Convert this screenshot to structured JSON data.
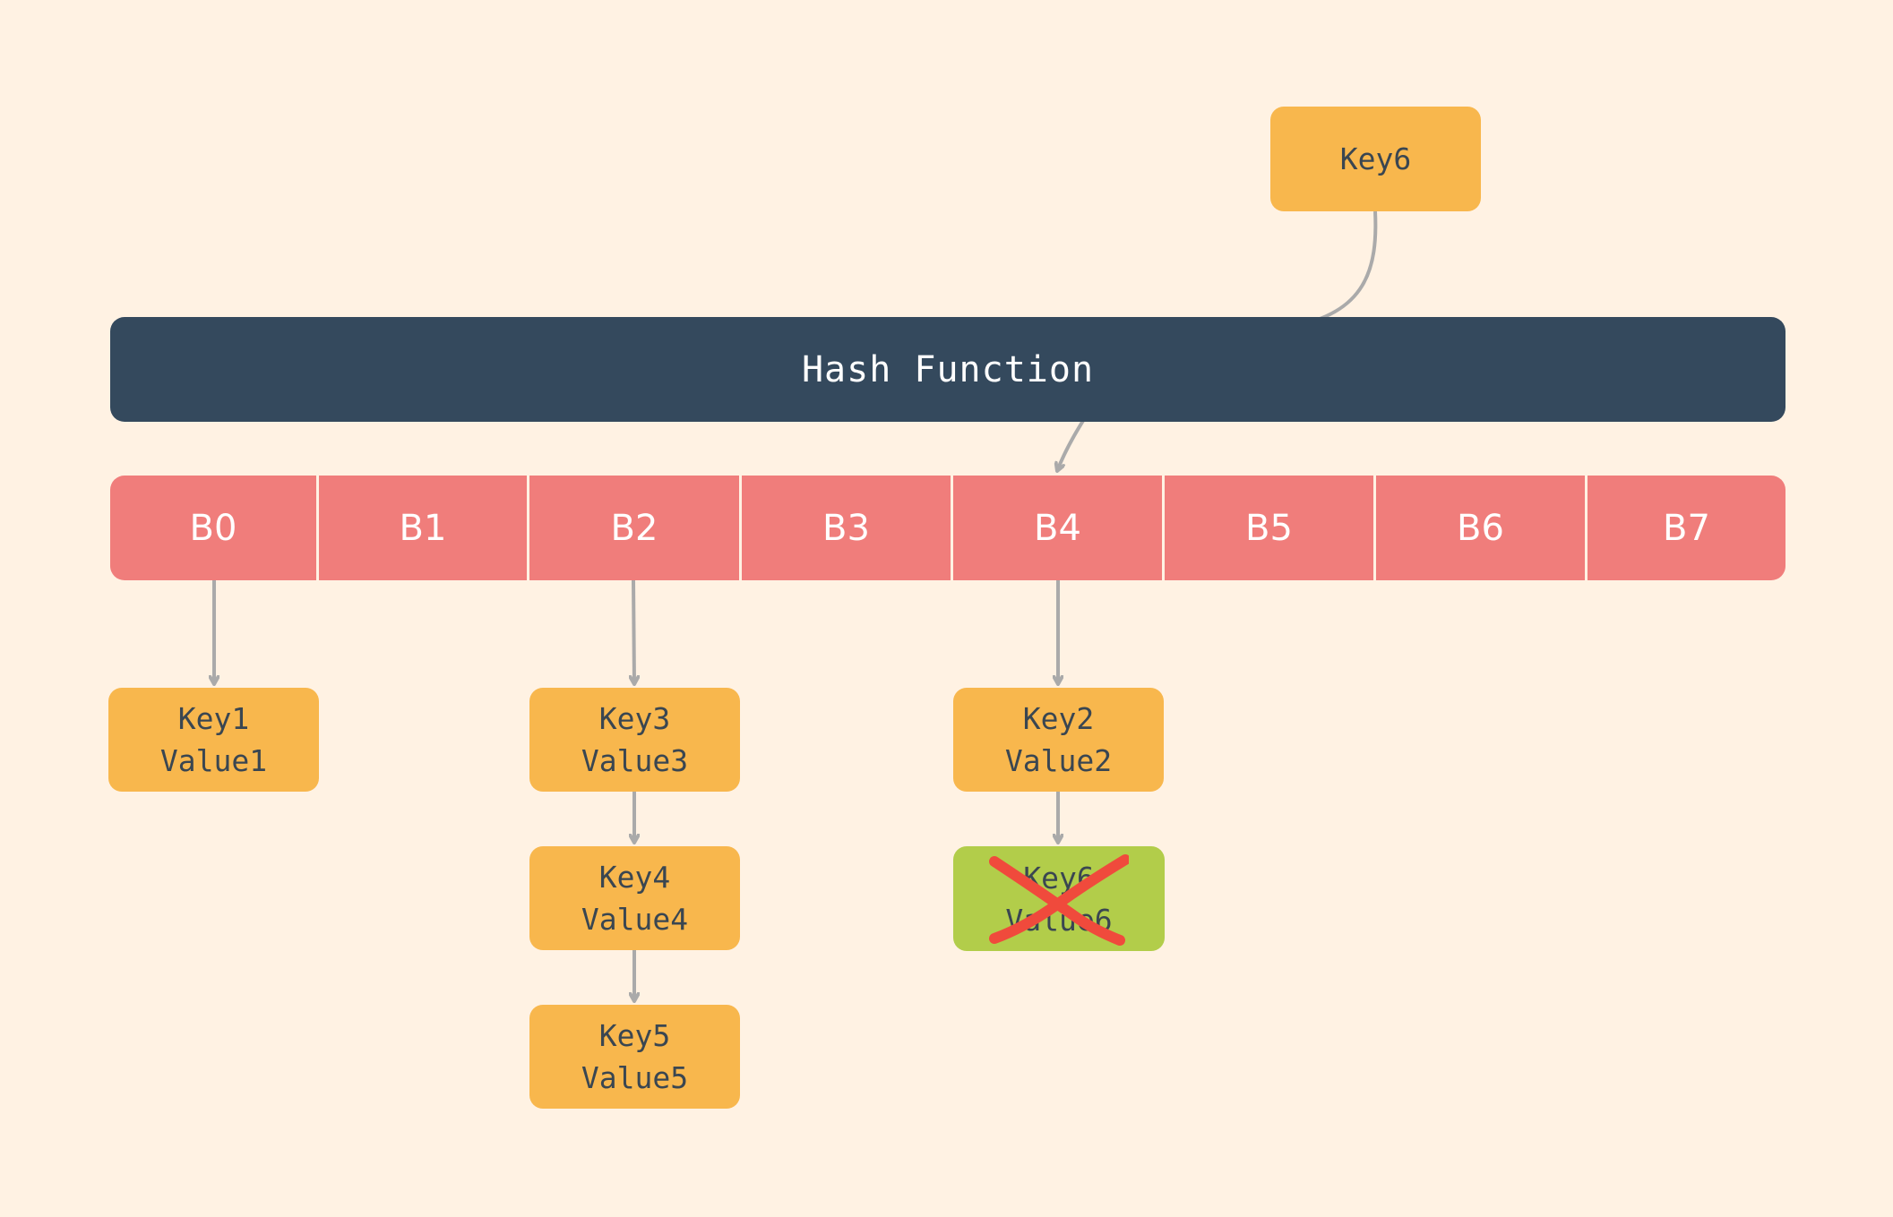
{
  "hash_function": {
    "label": "Hash Function"
  },
  "incoming_key": {
    "label": "Key6"
  },
  "buckets": [
    "B0",
    "B1",
    "B2",
    "B3",
    "B4",
    "B5",
    "B6",
    "B7"
  ],
  "entries": {
    "b0_1": {
      "key": "Key1",
      "value": "Value1"
    },
    "b2_1": {
      "key": "Key3",
      "value": "Value3"
    },
    "b2_2": {
      "key": "Key4",
      "value": "Value4"
    },
    "b2_3": {
      "key": "Key5",
      "value": "Value5"
    },
    "b4_1": {
      "key": "Key2",
      "value": "Value2"
    },
    "b4_2": {
      "key": "Key6",
      "value": "Value6",
      "status": "crossed-out"
    }
  },
  "colors": {
    "background": "#fff2e3",
    "hash_function": "#34495d",
    "bucket": "#f07d7b",
    "entry": "#f8b74d",
    "removed_entry": "#b2cd4a",
    "arrow": "#aaaaaa",
    "cross": "#f04a3c"
  }
}
